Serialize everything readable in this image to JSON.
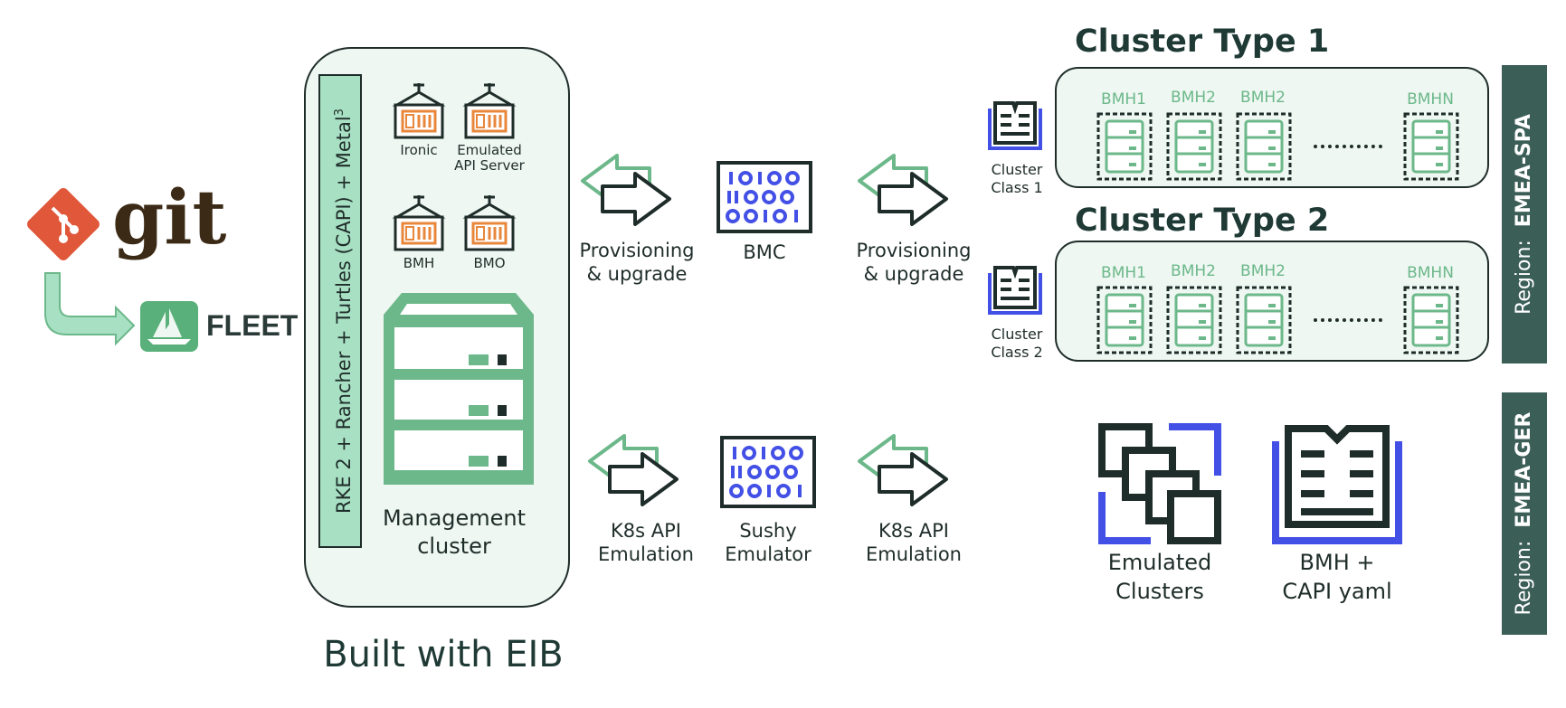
{
  "git": {
    "logo_text": "git",
    "fleet_label": "FLEET"
  },
  "management": {
    "vertical_band": "RKE 2 + Rancher + Turtles (CAPI) + Metal",
    "vertical_band_sup": "3",
    "components": [
      "Ironic",
      "Emulated API Server",
      "BMH",
      "BMO"
    ],
    "components_lines": [
      [
        "Ironic"
      ],
      [
        "Emulated",
        "API Server"
      ],
      [
        "BMH"
      ],
      [
        "BMO"
      ]
    ],
    "cluster_label_1": "Management",
    "cluster_label_2": "cluster",
    "built_with": "Built with EIB"
  },
  "flows": {
    "top_left": [
      "Provisioning",
      "& upgrade"
    ],
    "top_right": [
      "Provisioning",
      "& upgrade"
    ],
    "bottom_left": [
      "K8s API",
      "Emulation"
    ],
    "bottom_right": [
      "K8s API",
      "Emulation"
    ],
    "bmc": "BMC",
    "sushy": [
      "Sushy",
      "Emulator"
    ]
  },
  "clusters": [
    {
      "title": "Cluster Type 1",
      "class_lines": [
        "Cluster",
        "Class 1"
      ],
      "bmh": [
        "BMH1",
        "BMH2",
        "BMH2",
        "BMHN"
      ]
    },
    {
      "title": "Cluster Type 2",
      "class_lines": [
        "Cluster",
        "Class 2"
      ],
      "bmh": [
        "BMH1",
        "BMH2",
        "BMH2",
        "BMHN"
      ]
    }
  ],
  "emulated": {
    "clusters": [
      "Emulated",
      "Clusters"
    ],
    "yaml": [
      "BMH +",
      "CAPI yaml"
    ]
  },
  "regions": [
    {
      "prefix": "Region:",
      "name": "EMEA-SPA"
    },
    {
      "prefix": "Region:",
      "name": "EMEA-GER"
    }
  ],
  "colors": {
    "dark": "#1f2d2a",
    "green": "#6cb88a",
    "mint_fill": "#eef7f2",
    "band_fill": "#a8e0c4",
    "git_orange": "#e0573a",
    "blue": "#4350e6",
    "region_fill": "#3b5e57"
  }
}
